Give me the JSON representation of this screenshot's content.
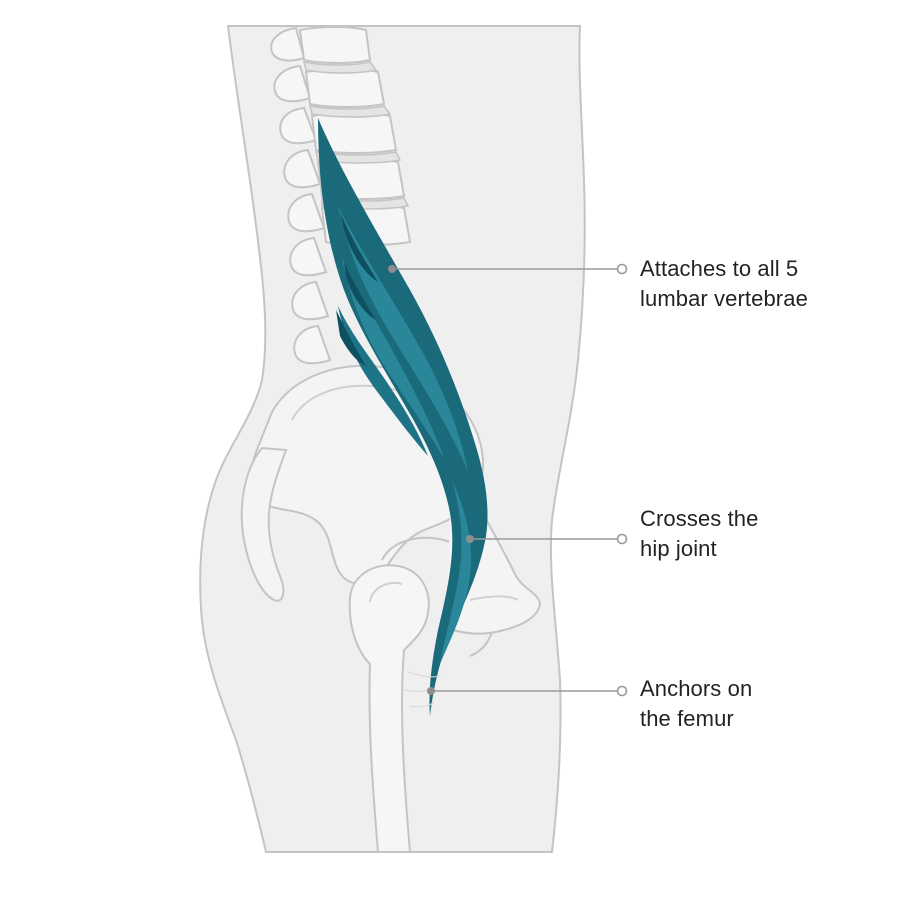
{
  "colors": {
    "background": "#ffffff",
    "body_fill": "#efefef",
    "outline": "#c4c4c4",
    "bone_fill": "#f4f4f4",
    "muscle": "#1a6a7c",
    "muscle_dark": "#104f5e",
    "muscle_light": "#2a8799",
    "leader_line": "#9a9a9a",
    "text": "#1f2326"
  },
  "callouts": [
    {
      "line1": "Attaches to all 5",
      "line2": "lumbar vertebrae",
      "icon": "attachment-point-icon"
    },
    {
      "line1": "Crosses the",
      "line2": "hip joint",
      "icon": "attachment-point-icon"
    },
    {
      "line1": "Anchors on",
      "line2": "the femur",
      "icon": "attachment-point-icon"
    }
  ]
}
